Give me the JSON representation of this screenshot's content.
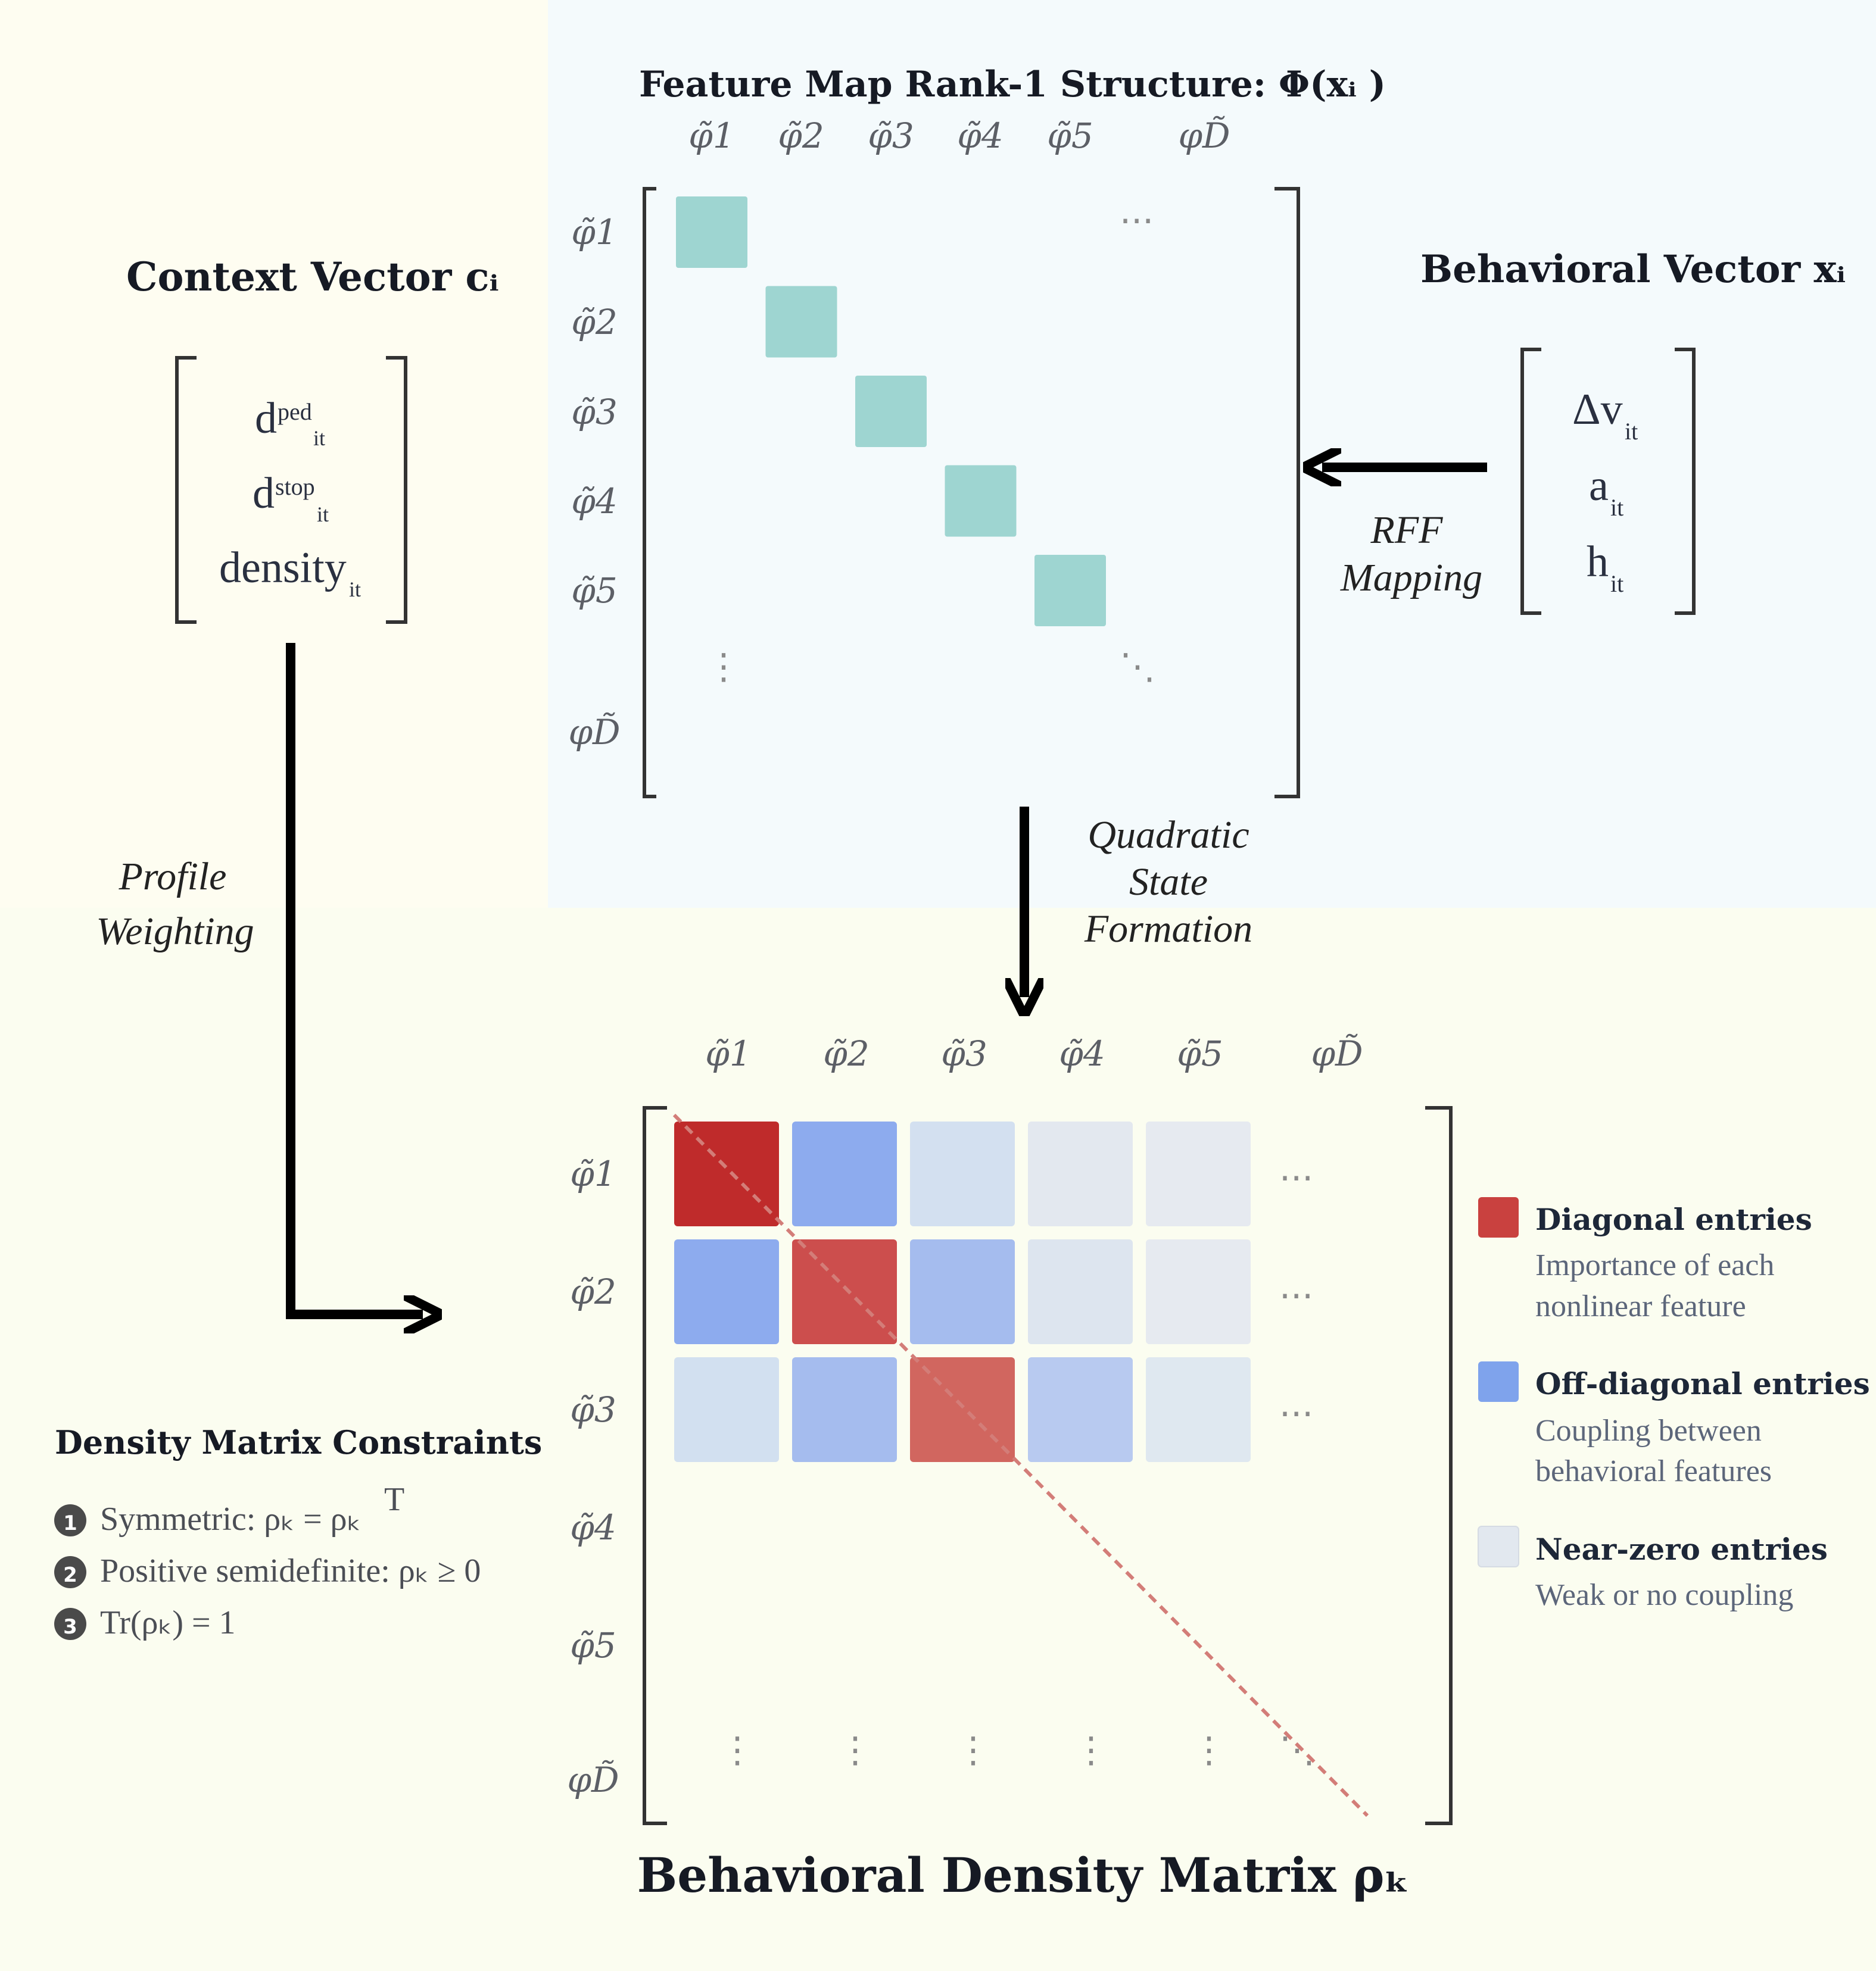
{
  "feature_map": {
    "title": "Feature Map Rank-1 Structure: Φ(xᵢ   )",
    "col_headers": [
      "φ̃1",
      "φ̃2",
      "φ̃3",
      "φ̃4",
      "φ̃5",
      "φD̃"
    ],
    "row_headers": [
      "φ̃1",
      "φ̃2",
      "φ̃3",
      "φ̃4",
      "φ̃5",
      "φD̃"
    ],
    "cell_color": "#9ed5d1"
  },
  "context_vector": {
    "title": "Context Vector cᵢ",
    "rows": [
      {
        "base": "d",
        "sup": "ped",
        "sub": "it"
      },
      {
        "base": "d",
        "sup": "stop",
        "sub": "it"
      },
      {
        "base": "density",
        "sup": "",
        "sub": "it"
      }
    ]
  },
  "behavioral_vector": {
    "title": "Behavioral Vector xᵢ",
    "rows": [
      {
        "base": "Δv",
        "sub": "it"
      },
      {
        "base": "a",
        "sub": "it"
      },
      {
        "base": "h",
        "sub": "it"
      }
    ]
  },
  "annotations": {
    "rff_line1": "RFF",
    "rff_line2": "Mapping",
    "quad_line1": "Quadratic",
    "quad_line2": "State",
    "quad_line3": "Formation",
    "profile_line1": "Profile",
    "profile_line2": "Weighting"
  },
  "density_matrix": {
    "title": "Behavioral Density Matrix ρₖ",
    "col_headers": [
      "φ̃1",
      "φ̃2",
      "φ̃3",
      "φ̃4",
      "φ̃5",
      "φD̃"
    ],
    "row_headers": [
      "φ̃1",
      "φ̃2",
      "φ̃3",
      "φ̃4",
      "φ̃5",
      "φD̃"
    ],
    "cells": [
      [
        "#bf2b2b",
        "#8dabee",
        "#d3e0f0",
        "#e3e8ef",
        "#e6eaf0"
      ],
      [
        "#8dabee",
        "#cc4e4d",
        "#a5bcee",
        "#dde5ef",
        "#e6eaf0"
      ],
      [
        "#d2e0f0",
        "#a5bcee",
        "#d1665f",
        "#b8caf0",
        "#dfe8f0"
      ]
    ]
  },
  "legend": [
    {
      "title": "Diagonal entries",
      "desc1": "Importance of each",
      "desc2": "nonlinear feature",
      "color": "#c9413f"
    },
    {
      "title": "Off-diagonal entries",
      "desc1": "Coupling between",
      "desc2": "behavioral features",
      "color": "#7fa3ec"
    },
    {
      "title": "Near-zero entries",
      "desc1": "Weak or no coupling",
      "desc2": "",
      "color": "#e2e8ef"
    }
  ],
  "constraints": {
    "title": "Density Matrix Constraints",
    "items": [
      {
        "num": "1",
        "text": "Symmetric: ρₖ = ρₖ",
        "sup": "T"
      },
      {
        "num": "2",
        "text": "Positive semidefinite: ρₖ ≥ 0",
        "sup": ""
      },
      {
        "num": "3",
        "text": "Tr(ρₖ) = 1",
        "sup": ""
      }
    ]
  }
}
